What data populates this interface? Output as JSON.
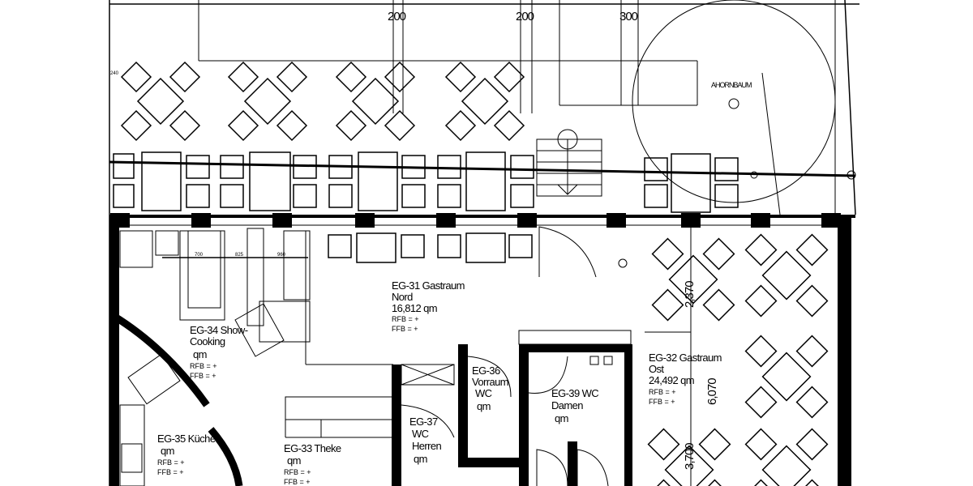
{
  "plan": {
    "top_dimensions": [
      "200",
      "200",
      "300"
    ],
    "side_dimension": "240",
    "tree_label": "AHORNBAUM",
    "kitchen_dimensions": [
      "700",
      "825",
      "960"
    ],
    "east_dimensions": [
      "2,370",
      "6,070",
      "3,700"
    ],
    "rooms": [
      {
        "id": "EG-31",
        "lines": [
          "EG-31 Gastraum",
          "Nord",
          "16,812 qm",
          "RFB = +",
          "FFB = +"
        ]
      },
      {
        "id": "EG-32",
        "lines": [
          "EG-32 Gastraum",
          "Ost",
          "24,492 qm",
          "RFB = +",
          "FFB = +"
        ]
      },
      {
        "id": "EG-34",
        "lines": [
          "EG-34 Show-",
          "Cooking",
          "qm",
          "RFB = +",
          "FFB = +"
        ]
      },
      {
        "id": "EG-35",
        "lines": [
          "EG-35 Küche",
          "qm",
          "RFB = +",
          "FFB = +"
        ]
      },
      {
        "id": "EG-33",
        "lines": [
          "EG-33 Theke",
          "qm",
          "RFB = +",
          "FFB = +"
        ]
      },
      {
        "id": "EG-36",
        "lines": [
          "EG-36",
          "Vorraum",
          "WC",
          "qm"
        ]
      },
      {
        "id": "EG-37",
        "lines": [
          "EG-37",
          "WC",
          "Herren",
          "qm"
        ]
      },
      {
        "id": "EG-39",
        "lines": [
          "EG-39 WC",
          "Damen",
          "qm"
        ]
      }
    ]
  }
}
